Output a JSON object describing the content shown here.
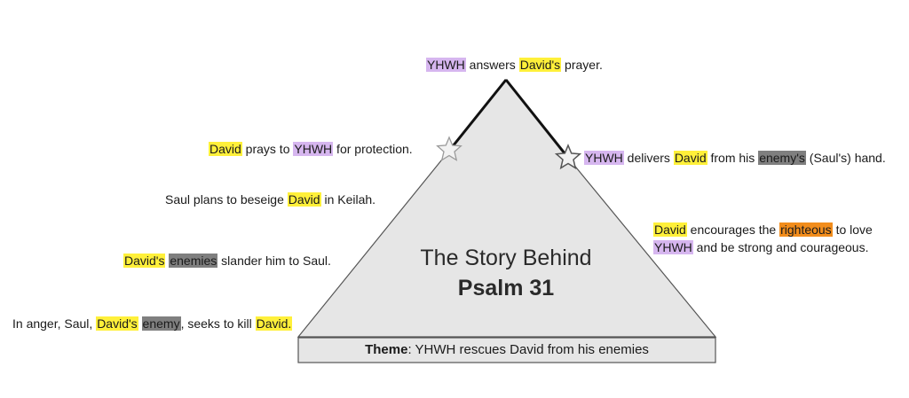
{
  "diagram": {
    "title": "The Story Behind",
    "subtitle": "Psalm 31",
    "theme": {
      "label": "Theme",
      "text": ": YHWH rescues David from his enemies"
    }
  },
  "colors": {
    "yhwh_highlight": "#d6b6ef",
    "david_highlight": "#fff03a",
    "enemy_highlight": "#7f7f7f",
    "righteous_highlight": "#f28d1c",
    "triangle_fill": "#e6e6e6",
    "triangle_stroke": "#555555"
  },
  "icons": {
    "turning_points": "star-icon"
  },
  "events": {
    "e1": {
      "a": "In anger, Saul, ",
      "david1": "David's",
      "sp": " ",
      "enemy": "enemy",
      "b": ", seeks to kill ",
      "david2": "David."
    },
    "e2": {
      "david": "David's",
      "sp": " ",
      "enemies": "enemies",
      "b": " slander him to Saul."
    },
    "e3": {
      "a": "Saul plans to beseige ",
      "david": "David",
      "b": " in Keilah."
    },
    "e4": {
      "david": "David",
      "a": " prays to ",
      "yhwh": "YHWH",
      "b": " for protection."
    },
    "e5": {
      "yhwh": "YHWH",
      "a": " answers ",
      "david": "David's",
      "b": " prayer."
    },
    "e6": {
      "yhwh": "YHWH",
      "a": " delivers ",
      "david": "David",
      "b": " from his ",
      "enemy": "enemy's",
      "c": " (Saul's) hand."
    },
    "e7": {
      "david": "David",
      "a": " encourages the ",
      "righteous": "righteous",
      "b": " to love",
      "yhwh": "YHWH",
      "c": " and be strong and courageous."
    }
  }
}
